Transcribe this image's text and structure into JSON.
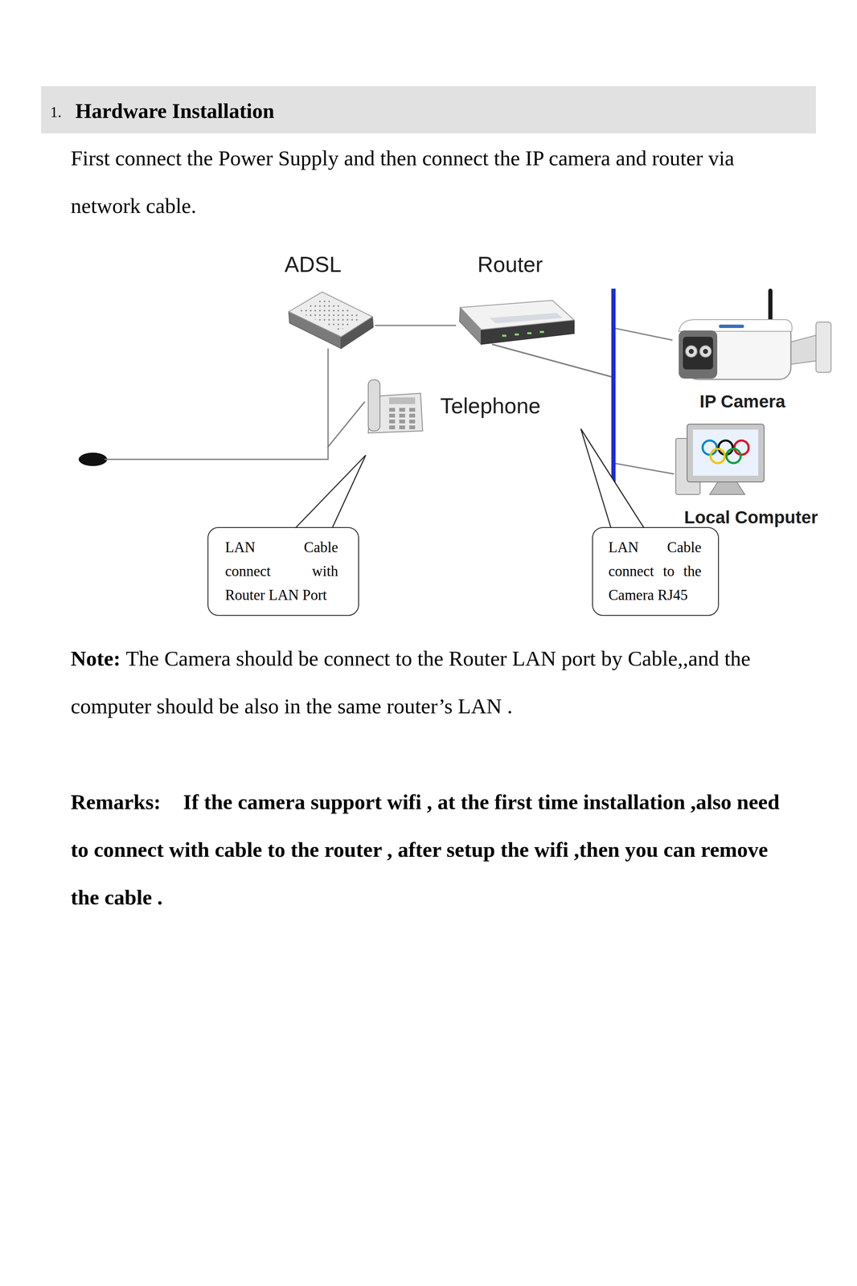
{
  "diagram": {
    "title": "Hardware Installation",
    "nodes": [
      {
        "text": [
          "ADSL"
        ]
      },
      {
        "text": [
          "Router"
        ]
      },
      {
        "text": [
          "Telephone"
        ]
      },
      {
        "text": [
          "IP Camera"
        ]
      },
      {
        "text": [
          "Local Computer"
        ]
      },
      {
        "text": [
          "LAN Cable connect with Router LAN Port"
        ]
      },
      {
        "text": [
          "LAN Cable connect to the Camera RJ45"
        ]
      }
    ],
    "edges": [
      {
        "from": 0,
        "to": 1,
        "arrow": "none"
      },
      {
        "from": 0,
        "to": 2,
        "arrow": "none"
      },
      {
        "from": 1,
        "to": 3,
        "arrow": "none"
      },
      {
        "from": 1,
        "to": 4,
        "arrow": "none"
      }
    ],
    "labels": [
      "1.",
      "First connect the Power Supply and then connect the IP camera and router via network cable.",
      "Note:",
      "The Camera should be connect to the Router LAN port by Cable,,and the computer should be also in the same router’s LAN .",
      "Remarks:",
      "If the camera support wifi , at the first time installation ,also need to connect with cable to the router , after setup the wifi ,then you can remove the cable ."
    ]
  }
}
